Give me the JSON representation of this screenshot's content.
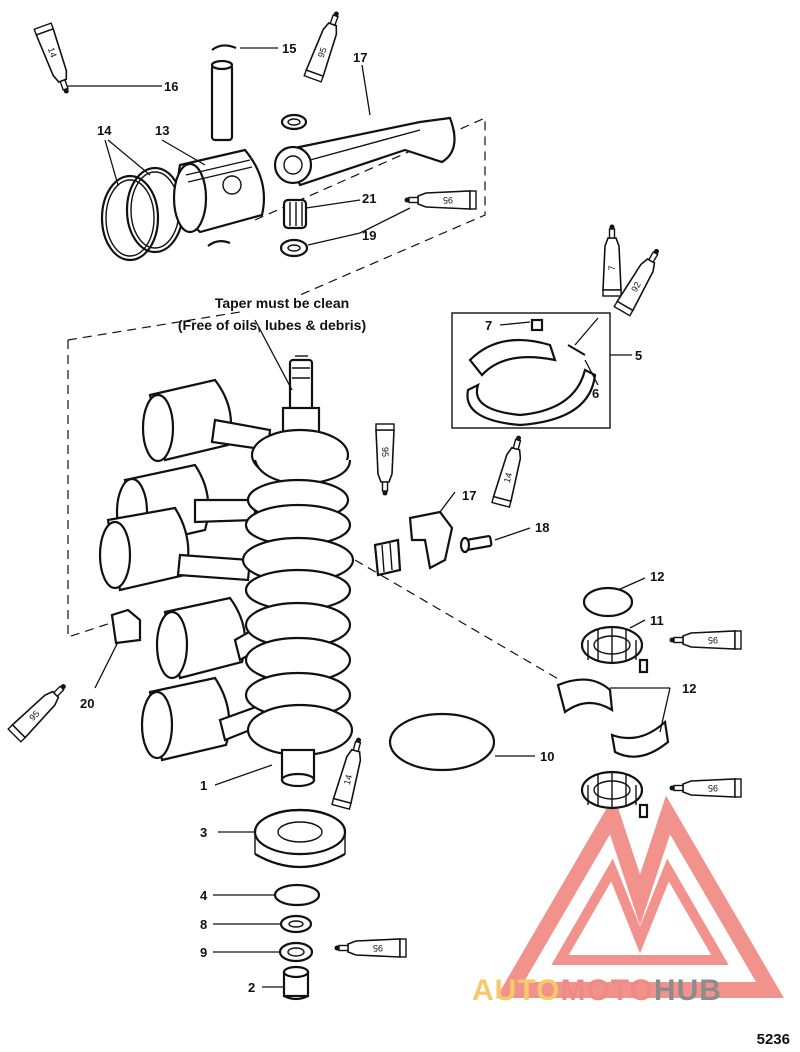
{
  "note": {
    "line1": "Taper must be clean",
    "line2": "(Free of oils, lubes & debris)"
  },
  "figure_number": "5236",
  "watermark": {
    "part1": "AUTO",
    "part2": "MOTO",
    "part3": "HUB",
    "color_part1": "#f7c96a",
    "color_part2": "#f08a83",
    "color_part3": "#8c8c8c",
    "logo_color": "#f07f78"
  },
  "callouts": [
    "1",
    "2",
    "3",
    "4",
    "5",
    "6",
    "7",
    "8",
    "9",
    "10",
    "11",
    "12",
    "13",
    "14",
    "15",
    "16",
    "17",
    "18",
    "19",
    "20",
    "21"
  ],
  "labels": {
    "c15": "15",
    "c16": "16",
    "c14a": "14",
    "c13": "13",
    "c17a": "17",
    "c21": "21",
    "c19": "19",
    "c7": "7",
    "c5": "5",
    "c6": "6",
    "c17b": "17",
    "c18": "18",
    "c12a": "12",
    "c11": "11",
    "c12b": "12",
    "c10": "10",
    "c20": "20",
    "c1": "1",
    "c3": "3",
    "c4": "4",
    "c8": "8",
    "c9": "9",
    "c2": "2"
  },
  "tubes": {
    "t1": "14",
    "t2": "95",
    "t3": "95",
    "t4": "7",
    "t5": "92",
    "t6": "95",
    "t7": "14",
    "t8": "95",
    "t9": "95",
    "t10": "95",
    "t11": "14",
    "t12": "95"
  }
}
